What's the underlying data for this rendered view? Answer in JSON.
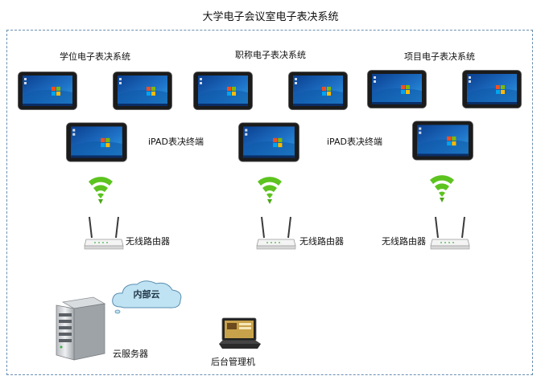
{
  "title": "大学电子会议室电子表决系统",
  "groups": [
    {
      "system_label": "学位电子表决系统",
      "terminal_label": "iPAD表决终端",
      "router_label": "无线路由器"
    },
    {
      "system_label": "职称电子表决系统",
      "terminal_label": "iPAD表决终端",
      "router_label": "无线路由器"
    },
    {
      "system_label": "项目电子表决系统",
      "router_label": "无线路由器"
    }
  ],
  "cloud_label": "内部云",
  "server_label": "云服务器",
  "admin_label": "后台管理机",
  "colors": {
    "frame_border": "#6a8fb0",
    "wifi_green": "#5cc31f",
    "cloud_fill": "#bfe3f2",
    "screen_blue": "#1d6fc4"
  },
  "icons": {
    "tablet": "tablet-icon",
    "wifi": "wifi-signal-icon",
    "router": "wireless-router-icon",
    "server": "server-icon",
    "cloud": "cloud-icon",
    "laptop": "laptop-icon"
  }
}
